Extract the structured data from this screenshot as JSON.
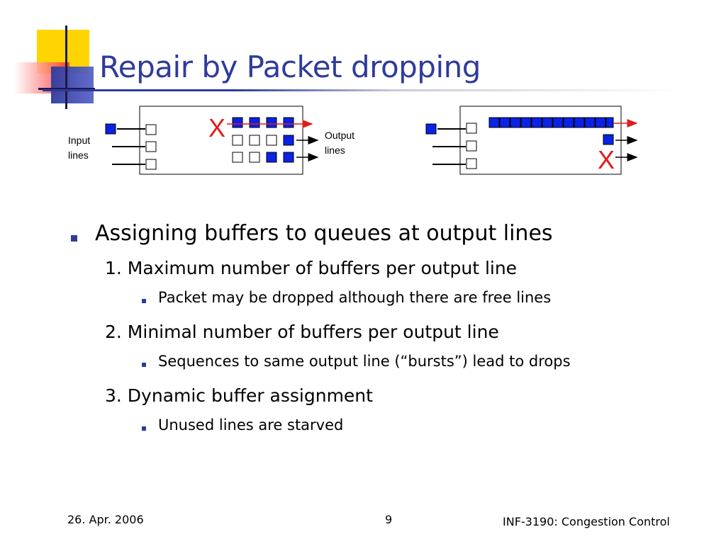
{
  "title": "Repair by Packet dropping",
  "diagram": {
    "input_label": "Input\nlines",
    "output_label": "Output\nlines",
    "input_label_lines": [
      "Input",
      "lines"
    ],
    "output_label_lines": [
      "Output",
      "lines"
    ],
    "drop_mark": "X",
    "colors": {
      "filled": "#0a22e6",
      "empty": "#ffffff",
      "drop": "#e21b1b",
      "line": "#000000"
    }
  },
  "bullets": [
    {
      "level": 1,
      "text": "Assigning buffers to queues at output lines"
    },
    {
      "level": 2,
      "text": "1. Maximum number of buffers per output line"
    },
    {
      "level": 3,
      "text": "Packet may be dropped although there are free lines"
    },
    {
      "level": 2,
      "text": "2. Minimal number of buffers per output line"
    },
    {
      "level": 3,
      "text": "Sequences to same output line (“bursts”) lead to drops"
    },
    {
      "level": 2,
      "text": "3. Dynamic buffer assignment"
    },
    {
      "level": 3,
      "text": "Unused lines are starved"
    }
  ],
  "footer": {
    "date": "26. Apr. 2006",
    "page": "9",
    "course": "INF-3190: Congestion Control"
  }
}
